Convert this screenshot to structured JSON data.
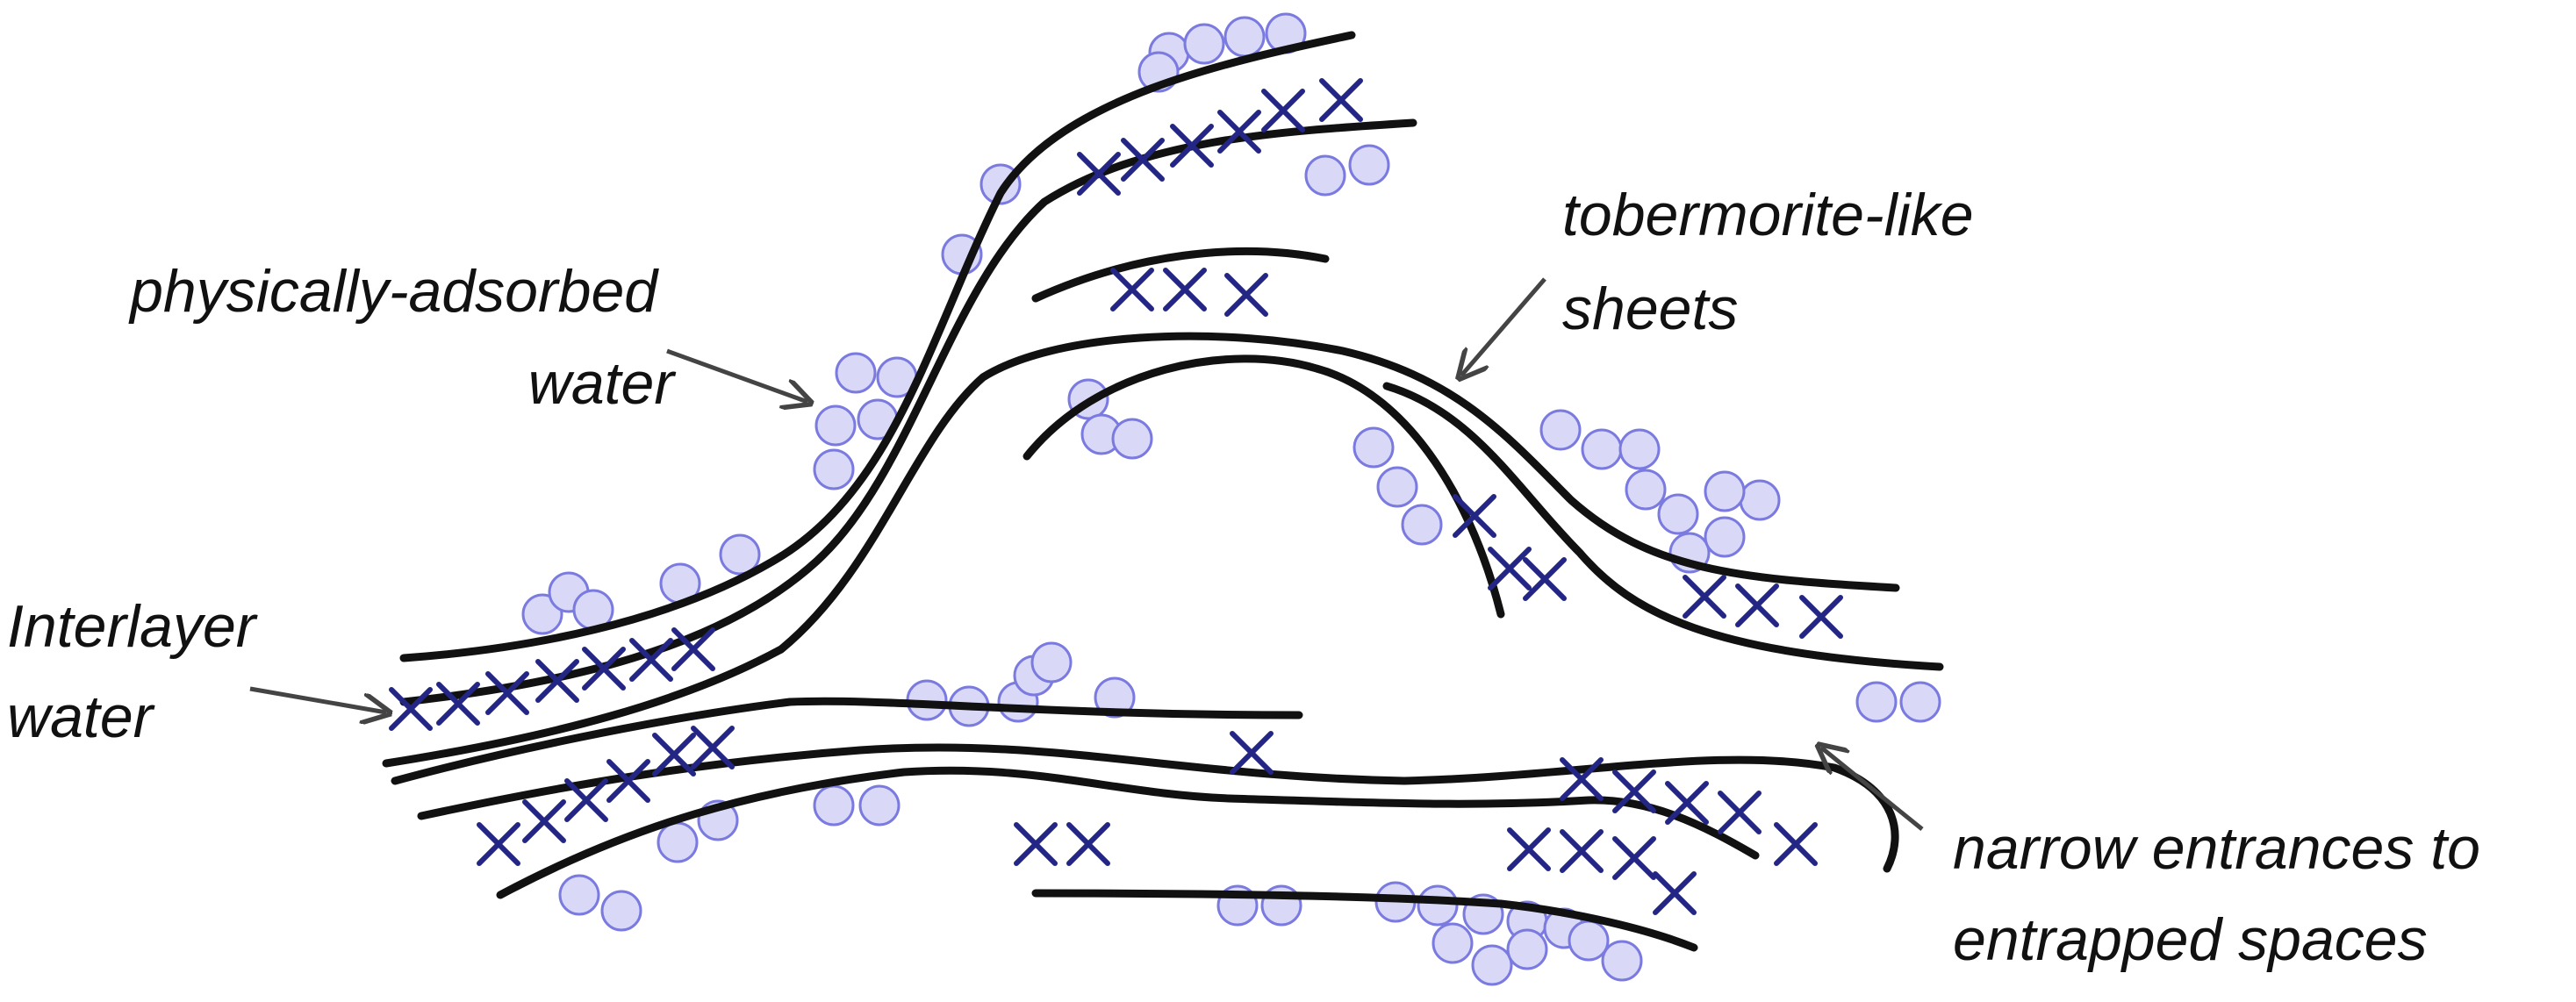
{
  "labels": {
    "physically_adsorbed": [
      "physically-adsorbed",
      "water"
    ],
    "tobermorite": [
      "tobermorite-like",
      "sheets"
    ],
    "interlayer": [
      "Interlayer",
      "water"
    ],
    "narrow_entrances": [
      "narrow entrances to",
      "entrapped spaces"
    ]
  },
  "colors": {
    "sheet": "#111111",
    "water_fill": "#d9d9f7",
    "water_stroke": "#7a7ae0",
    "interlayer_x": "#232684",
    "arrow": "#444444"
  }
}
